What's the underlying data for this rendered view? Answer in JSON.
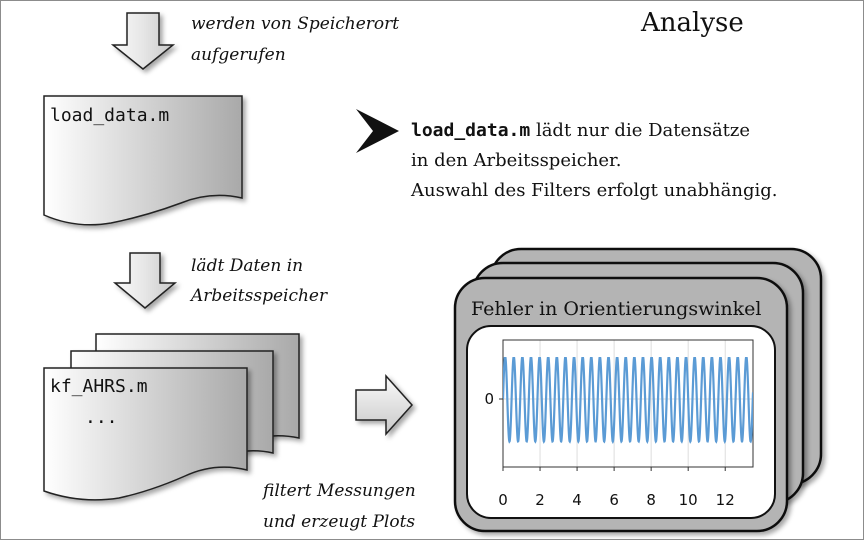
{
  "title": "Analyse",
  "step1_caption": [
    "werden von Speicherort",
    "aufgerufen"
  ],
  "script1_name": "load_data.m",
  "note": {
    "code": "load_data.m",
    "line1_rest": " lädt nur die Datensätze",
    "line2": "in den Arbeitsspeicher.",
    "line3": "Auswahl des Filters erfolgt unabhängig."
  },
  "step2_caption": [
    "lädt Daten in",
    "Arbeitsspeicher"
  ],
  "script2_name": "kf_AHRS.m",
  "script2_ellipsis": "...",
  "step3_caption": [
    "filtert Messungen",
    "und erzeugt Plots"
  ],
  "plot_window_title": "Fehler in Orientierungswinkel",
  "colors": {
    "arrow_fill_light": "#fafafa",
    "arrow_fill_dark": "#c8c8c8",
    "window_gray": "#b4b4b4",
    "signal": "#5b9bd5"
  },
  "chart_data": {
    "type": "line",
    "x_range": [
      0,
      13.5
    ],
    "x_ticks": [
      "0",
      "2",
      "4",
      "6",
      "8",
      "10",
      "12"
    ],
    "y_ticks": [
      "0"
    ],
    "grid": true,
    "series": [
      {
        "cycles_per_unit": 2.15,
        "amplitude_rel": 0.72
      }
    ]
  }
}
